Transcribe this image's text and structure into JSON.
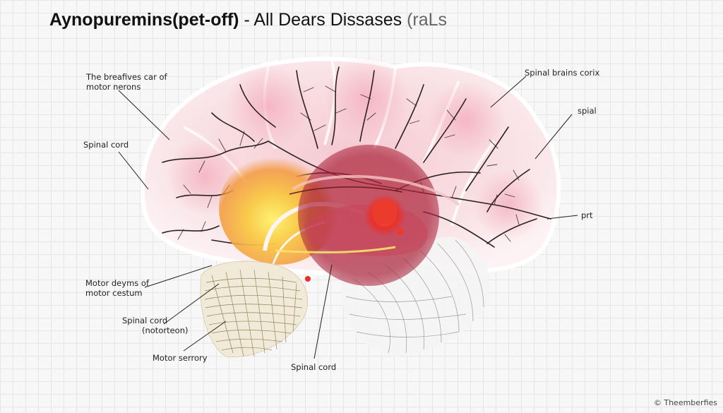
{
  "title": {
    "part1": "Aynopuremins(pet-off)",
    "part2": " - All Dears Dissases ",
    "part3": "(raLs"
  },
  "labels": {
    "breafives_line1": "The breafives car of",
    "breafives_line2": "motor nerons",
    "spinal_cord_upper": "Spinal cord",
    "motor_deyms_line1": "Motor deyms of",
    "motor_deyms_line2": "motor cestum",
    "spinal_cord_lower_line1": "Spinal cord",
    "spinal_cord_lower_line2": "(notorteon)",
    "motor_serrory": "Motor serrory",
    "spinal_cord_bottom": "Spinal cord",
    "spinal_brains_corix": "Spinal brains corix",
    "spial": "spial",
    "prt": "prt"
  },
  "credit": "© Theemberfies",
  "colors": {
    "brain_fill": "#f9e4e8",
    "vein": "#2a2222",
    "orange_glow": "#f6a53c",
    "red_sphere": "#b5283d",
    "hot_spot": "#e8302a",
    "cerebellum_lines": "#8a7a4a"
  }
}
